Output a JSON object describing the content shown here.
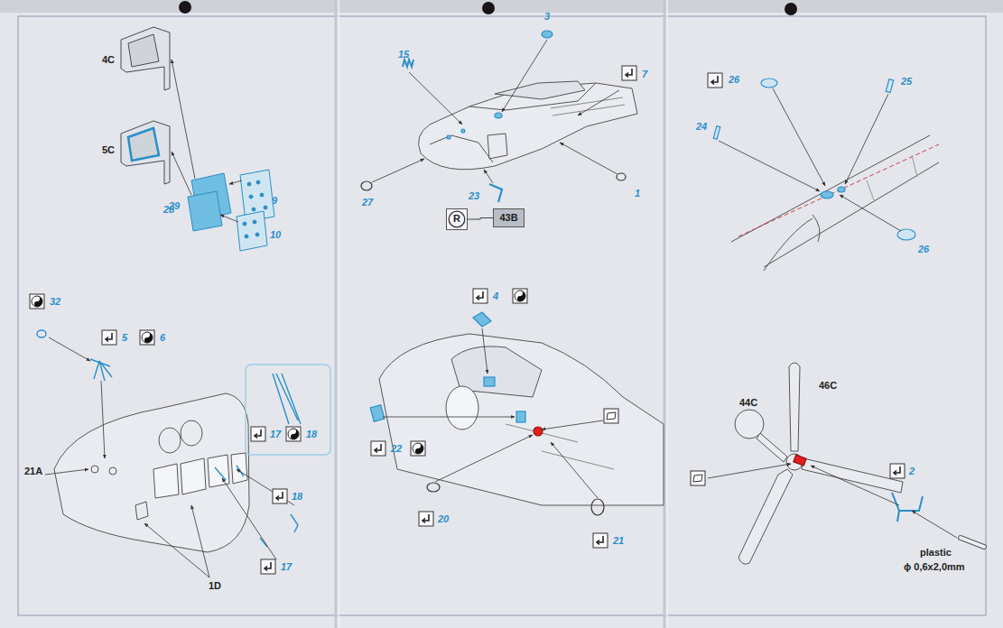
{
  "diagram": {
    "nodes": [
      {
        "text": [
          "R"
        ]
      },
      {
        "text": [
          "43B"
        ]
      }
    ],
    "edges": [
      {
        "from": 0,
        "to": 1,
        "arrow": "none"
      }
    ],
    "labels": [
      "4C",
      "29",
      "9",
      "5C",
      "28",
      "10",
      "15",
      "3",
      "7",
      "27",
      "23",
      "1",
      "26",
      "25",
      "24",
      "26",
      "32",
      "5",
      "6",
      "21A",
      "17",
      "18",
      "18",
      "17",
      "1D",
      "4",
      "22",
      "20",
      "21",
      "46C",
      "44C",
      "2",
      "plastic",
      "ϕ 0,6x2,0mm"
    ]
  }
}
